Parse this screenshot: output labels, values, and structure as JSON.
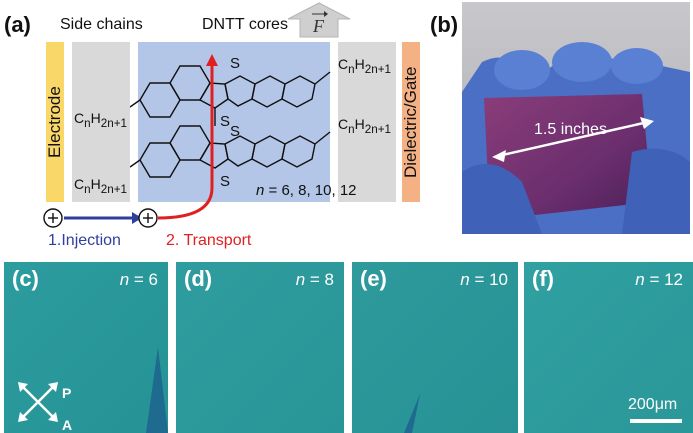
{
  "panel_a": {
    "label": "(a)",
    "side_chains": "Side chains",
    "dnnt_cores": "DNTT cores",
    "force": "F",
    "electrode": "Electrode",
    "dielectric": "Dielectric/Gate",
    "chain_formula_1": "CnH2n+1",
    "n_values": "= 6, 8, 10, 12",
    "injection": "1.Injection",
    "transport": "2. Transport",
    "atom_s": "S",
    "colors": {
      "yellow": "#f9d769",
      "gray": "#d9d9d9",
      "blue": "#b4c6e7",
      "orange": "#f4b183",
      "injection": "#2e3fa0",
      "transport": "#e02020"
    }
  },
  "panel_b": {
    "label": "(b)",
    "dimension": "1.5 inches"
  },
  "micrographs": [
    {
      "label": "(c)",
      "n": "= 6"
    },
    {
      "label": "(d)",
      "n": "= 8"
    },
    {
      "label": "(e)",
      "n": "= 10"
    },
    {
      "label": "(f)",
      "n": "= 12"
    }
  ],
  "polarizer": {
    "p": "P",
    "a": "A"
  },
  "scale_bar": "200μm"
}
